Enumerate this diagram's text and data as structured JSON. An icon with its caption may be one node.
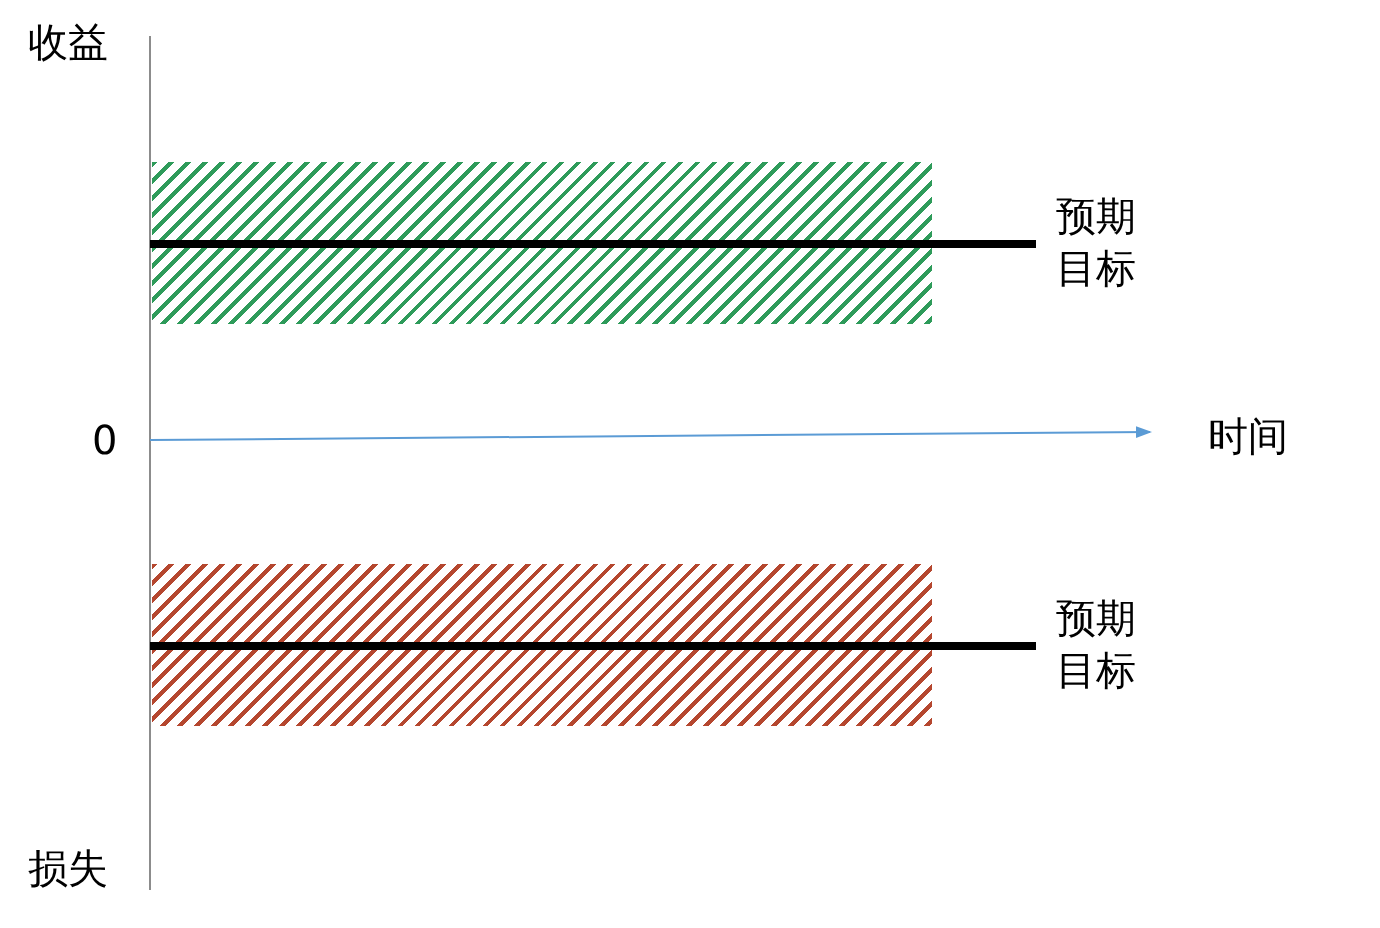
{
  "diagram": {
    "nodes": [
      {
        "text": [],
        "shape": "bar",
        "beside": [
          "预期目标"
        ]
      },
      {
        "text": [],
        "shape": "bar",
        "beside": [
          "预期目标"
        ]
      }
    ],
    "labels": [
      "收益",
      "0",
      "时间",
      "损失"
    ]
  }
}
